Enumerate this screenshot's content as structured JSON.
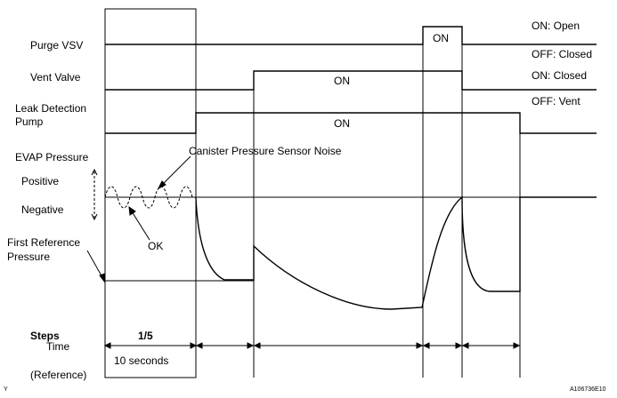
{
  "signals": {
    "purge_vsv": "Purge VSV",
    "vent_valve": "Vent Valve",
    "leak_pump_line1": "Leak Detection",
    "leak_pump_line2": "Pump",
    "evap_pressure": "EVAP Pressure",
    "positive": "Positive",
    "negative": "Negative",
    "first_ref_line1": "First Reference",
    "first_ref_line2": "Pressure"
  },
  "states": {
    "purge_on": "ON: Open",
    "purge_off": "OFF: Closed",
    "vent_on": "ON: Closed",
    "vent_off": "OFF: Vent"
  },
  "pulse_labels": {
    "purge": "ON",
    "vent": "ON",
    "pump": "ON"
  },
  "annotations": {
    "sensor_noise": "Canister Pressure Sensor Noise",
    "ok": "OK"
  },
  "footer": {
    "steps": "Steps",
    "time": "Time",
    "step_fraction": "1/5",
    "duration": "10 seconds",
    "reference": "(Reference)",
    "corner_left": "Y",
    "figure_id": "A106736E10"
  }
}
